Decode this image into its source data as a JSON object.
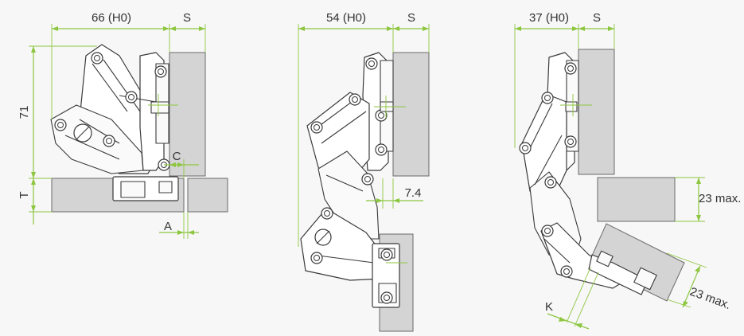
{
  "diagrams": [
    {
      "name": "hinge-h0-66",
      "width_label": "66 (H0)",
      "s_label": "S",
      "height_label": "71",
      "t_label": "T",
      "c_label": "C",
      "a_label": "A"
    },
    {
      "name": "hinge-h0-54",
      "width_label": "54 (H0)",
      "s_label": "S",
      "offset_label": "7.4"
    },
    {
      "name": "hinge-h0-37",
      "width_label": "37 (H0)",
      "s_label": "S",
      "max_label_1": "23 max.",
      "max_label_2": "23 max.",
      "k_label": "K"
    }
  ],
  "colors": {
    "dimension": "#8dc63f",
    "panel": "#d4d4d4",
    "outline": "#3a3a3a",
    "background": "#f7f7f7"
  }
}
